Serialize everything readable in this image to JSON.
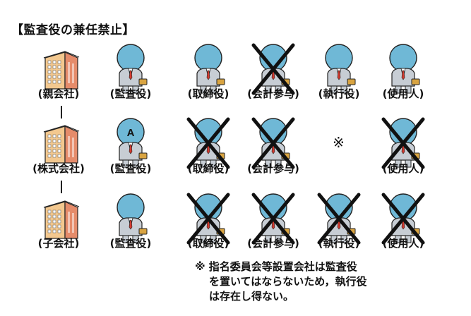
{
  "title": "【監査役の兼任禁止】",
  "rows": [
    {
      "company": "(親会社)",
      "positions": [
        {
          "label": "(監査役)",
          "crossed": false,
          "badge": ""
        },
        {
          "label": "(取締役)",
          "crossed": false,
          "badge": ""
        },
        {
          "label": "(会計参与)",
          "crossed": true,
          "badge": ""
        },
        {
          "label": "(執行役)",
          "crossed": false,
          "badge": ""
        },
        {
          "label": "(使用人)",
          "crossed": false,
          "badge": ""
        }
      ]
    },
    {
      "company": "(株式会社)",
      "positions": [
        {
          "label": "(監査役)",
          "crossed": false,
          "badge": "A"
        },
        {
          "label": "(取締役)",
          "crossed": true,
          "badge": ""
        },
        {
          "label": "(会計参与)",
          "crossed": true,
          "badge": ""
        },
        {
          "label": "",
          "crossed": false,
          "badge": "",
          "asterisk": "※"
        },
        {
          "label": "(使用人)",
          "crossed": true,
          "badge": ""
        }
      ]
    },
    {
      "company": "(子会社)",
      "positions": [
        {
          "label": "(監査役)",
          "crossed": false,
          "badge": ""
        },
        {
          "label": "(取締役)",
          "crossed": true,
          "badge": ""
        },
        {
          "label": "(会計参与)",
          "crossed": true,
          "badge": ""
        },
        {
          "label": "(執行役)",
          "crossed": true,
          "badge": ""
        },
        {
          "label": "(使用人)",
          "crossed": true,
          "badge": ""
        }
      ]
    }
  ],
  "note": {
    "line1": "※ 指名委員会等設置会社は監査役",
    "line2": "を置いてはならないため，執行役",
    "line3": "は存在し得ない。"
  },
  "colors": {
    "head": "#6fb8d6",
    "suit": "#c7cdd4",
    "tie": "#d23a2f",
    "bag": "#d9a441",
    "building_front": "#f3c88f",
    "building_side": "#e58b6a",
    "cross": "#111111"
  }
}
